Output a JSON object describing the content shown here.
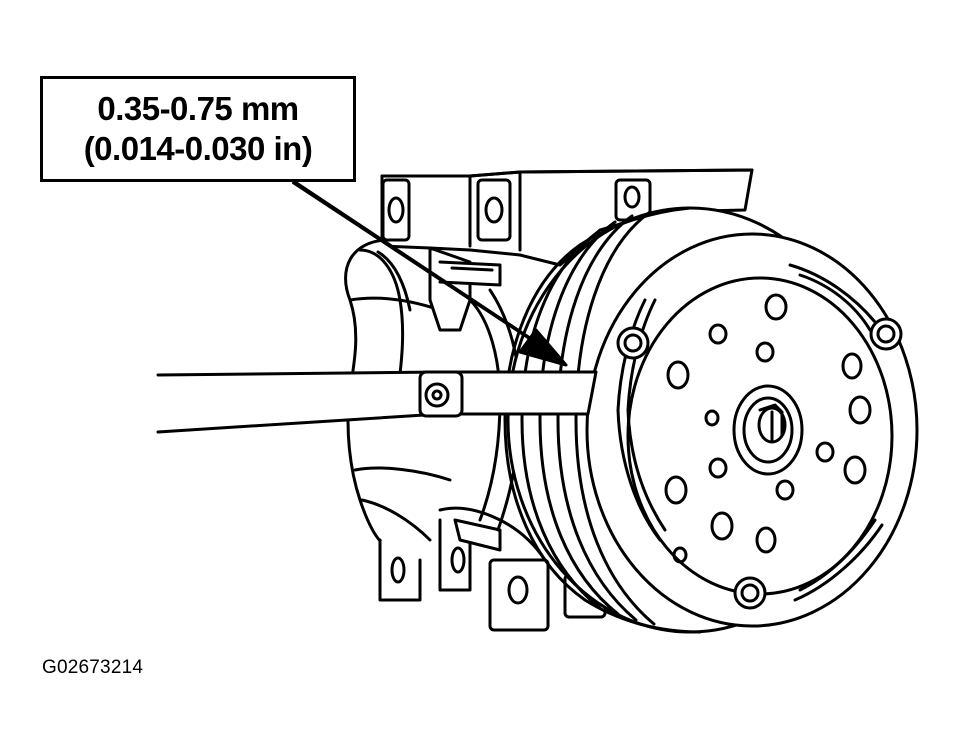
{
  "callout": {
    "metric": "0.35-0.75 mm",
    "imperial": "(0.014-0.030 in)"
  },
  "figure_id": "G02673214"
}
